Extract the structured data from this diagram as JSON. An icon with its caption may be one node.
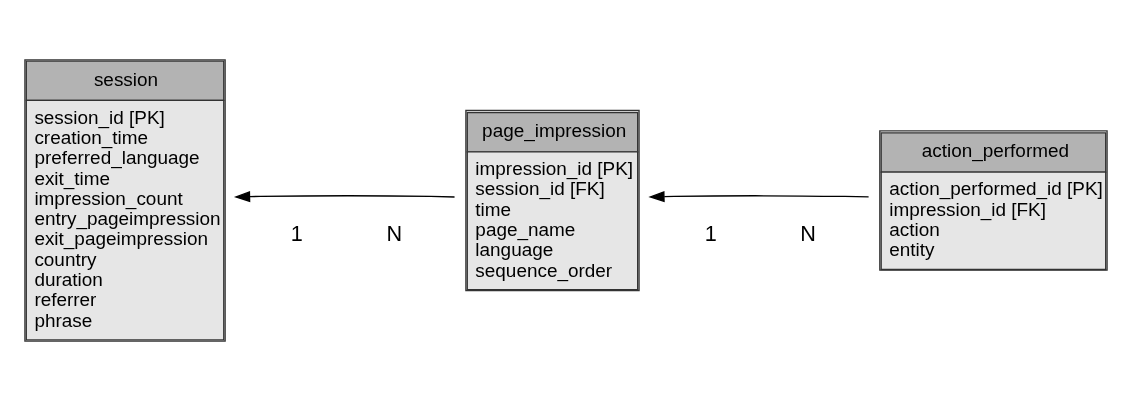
{
  "diagram": {
    "nodes": [
      {
        "text": [
          "session",
          "session_id [PK]",
          "creation_time",
          "preferred_language",
          "exit_time",
          "impression_count",
          "entry_pageimpression",
          "exit_pageimpression",
          "country",
          "duration",
          "referrer",
          "phrase"
        ]
      },
      {
        "text": [
          "page_impression",
          "impression_id [PK]",
          "session_id [FK]",
          "time",
          "page_name",
          "language",
          "sequence_order"
        ]
      },
      {
        "text": [
          "action_performed",
          "action_performed_id [PK]",
          "impression_id [FK]",
          "action",
          "entity"
        ]
      }
    ],
    "edges": [
      {
        "from": 1,
        "to": 0,
        "arrow": "to"
      },
      {
        "from": 2,
        "to": 1,
        "arrow": "to"
      }
    ],
    "labels": [
      "1",
      "N",
      "1",
      "N"
    ]
  }
}
